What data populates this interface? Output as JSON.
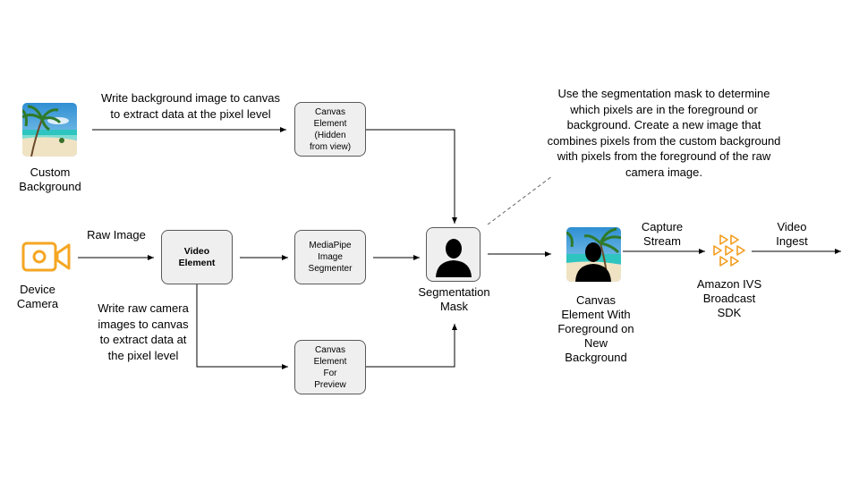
{
  "nodes": {
    "canvas_hidden": "Canvas\nElement\n(Hidden\nfrom view)",
    "video_element": "Video\nElement",
    "mediapipe": "MediaPipe\nImage\nSegmenter",
    "canvas_preview": "Canvas\nElement\nFor\nPreview"
  },
  "labels": {
    "custom_background": "Custom\nBackground",
    "device_camera": "Device\nCamera",
    "segmentation_mask": "Segmentation\nMask",
    "canvas_foreground": "Canvas\nElement With\nForeground on\nNew\nBackground",
    "ivs_sdk": "Amazon IVS\nBroadcast\nSDK"
  },
  "edge_labels": {
    "write_background": "Write background image to canvas\nto extract data at the pixel level",
    "raw_image": "Raw Image",
    "write_raw": "Write raw camera\nimages to canvas\nto extract data at\nthe pixel level",
    "capture_stream": "Capture\nStream",
    "video_ingest": "Video\nIngest"
  },
  "note": "Use the segmentation mask to determine\nwhich pixels are in the foreground or\nbackground. Create a new image that\ncombines pixels from the custom background\nwith pixels from the foreground of the raw\ncamera image.",
  "icons": {
    "background": "beach-photo-icon",
    "camera": "video-camera-icon",
    "mask": "person-silhouette-icon",
    "composite": "beach-person-composite-icon",
    "ivs": "amazon-ivs-icon"
  },
  "colors": {
    "node_fill": "#efefef",
    "node_stroke": "#595959",
    "camera_orange": "#f5a623",
    "ivs_orange": "#f49b1c",
    "sky": "#4aa3d8",
    "sea": "#2ec4c0",
    "sand": "#efe3c4"
  }
}
